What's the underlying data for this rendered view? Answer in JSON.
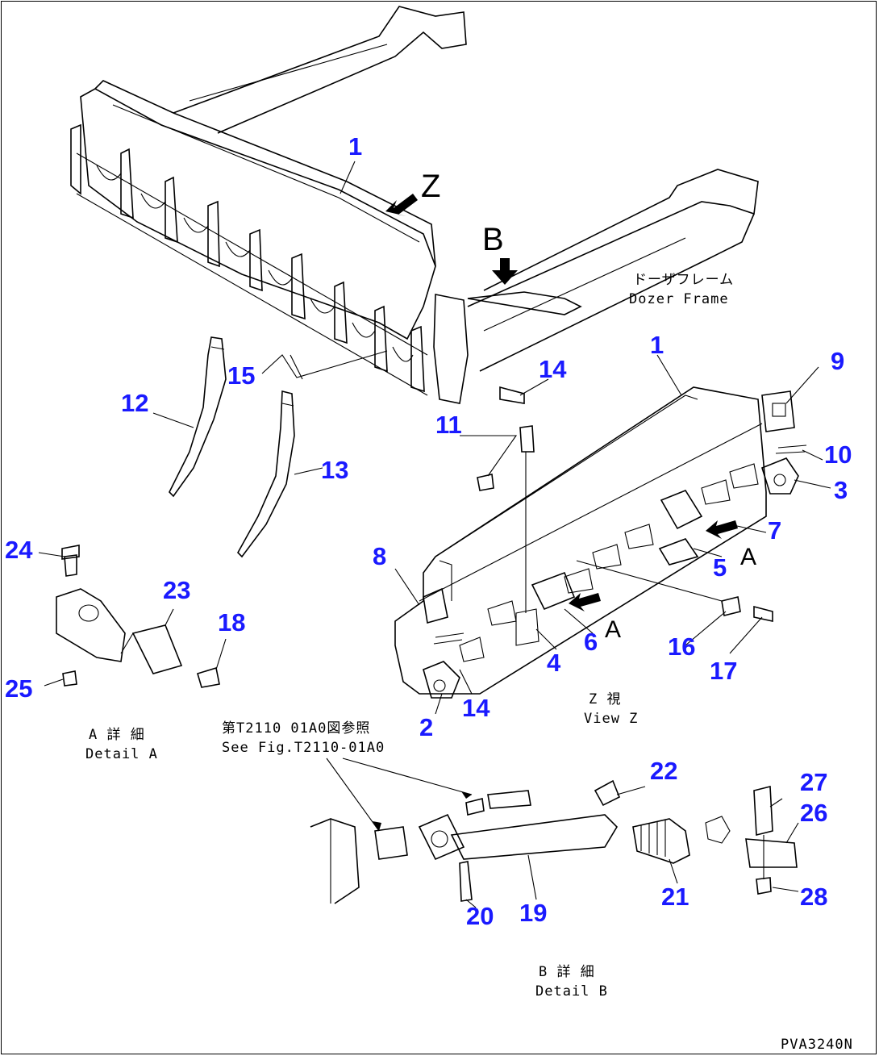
{
  "parts": [
    {
      "id": "callout-1-top",
      "text": "1"
    },
    {
      "id": "callout-1-view",
      "text": "1"
    },
    {
      "id": "callout-2",
      "text": "2"
    },
    {
      "id": "callout-3",
      "text": "3"
    },
    {
      "id": "callout-4",
      "text": "4"
    },
    {
      "id": "callout-5",
      "text": "5"
    },
    {
      "id": "callout-6",
      "text": "6"
    },
    {
      "id": "callout-7",
      "text": "7"
    },
    {
      "id": "callout-8",
      "text": "8"
    },
    {
      "id": "callout-9",
      "text": "9"
    },
    {
      "id": "callout-10",
      "text": "10"
    },
    {
      "id": "callout-11",
      "text": "11"
    },
    {
      "id": "callout-12",
      "text": "12"
    },
    {
      "id": "callout-13",
      "text": "13"
    },
    {
      "id": "callout-14-top",
      "text": "14"
    },
    {
      "id": "callout-14-view",
      "text": "14"
    },
    {
      "id": "callout-15",
      "text": "15"
    },
    {
      "id": "callout-16",
      "text": "16"
    },
    {
      "id": "callout-17",
      "text": "17"
    },
    {
      "id": "callout-18",
      "text": "18"
    },
    {
      "id": "callout-19",
      "text": "19"
    },
    {
      "id": "callout-20",
      "text": "20"
    },
    {
      "id": "callout-21",
      "text": "21"
    },
    {
      "id": "callout-22",
      "text": "22"
    },
    {
      "id": "callout-23",
      "text": "23"
    },
    {
      "id": "callout-24",
      "text": "24"
    },
    {
      "id": "callout-25",
      "text": "25"
    },
    {
      "id": "callout-26",
      "text": "26"
    },
    {
      "id": "callout-27",
      "text": "27"
    },
    {
      "id": "callout-28",
      "text": "28"
    }
  ],
  "view_markers": {
    "z": "Z",
    "b": "B",
    "a1": "A",
    "a2": "A"
  },
  "labels": {
    "dozer_frame_jp": "ドーザフレーム",
    "dozer_frame_en": "Dozer Frame",
    "view_z_jp": "Z 視",
    "view_z_en": "View Z",
    "detail_a_jp": "A 詳 細",
    "detail_a_en": "Detail A",
    "ref_jp": "第T2110 01A0図参照",
    "ref_en": "See Fig.T2110-01A0",
    "detail_b_jp": "B 詳 細",
    "detail_b_en": "Detail B",
    "drawing_code": "PVA3240N"
  },
  "colors": {
    "callout": "#1a1aff",
    "line": "#000000",
    "background": "#ffffff"
  }
}
